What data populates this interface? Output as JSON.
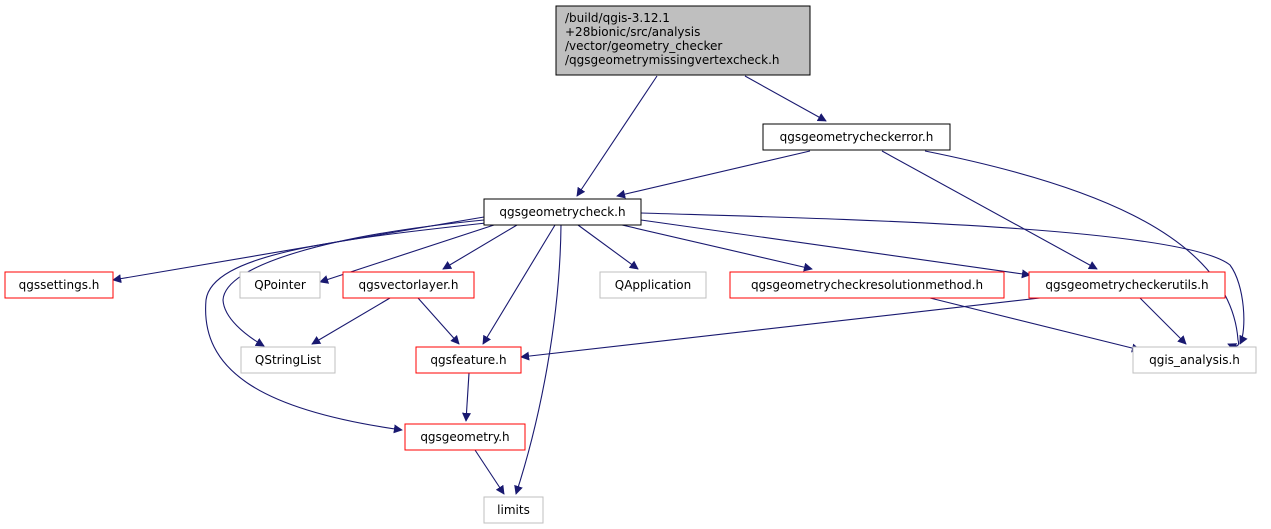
{
  "diagram": {
    "type": "include-dependency-graph",
    "colors": {
      "edge": "#191970",
      "root_fill": "#bfbfbf",
      "root_border": "#000000",
      "documented_border": "#000000",
      "truncated_border": "#ff0000",
      "external_border": "#bfbfbf",
      "text": "#000000"
    },
    "nodes": [
      {
        "id": "root",
        "kind": "root",
        "lines": [
          "/build/qgis-3.12.1",
          "+28bionic/src/analysis",
          "/vector/geometry_checker",
          "/qgsgeometrymissingvertexcheck.h"
        ]
      },
      {
        "id": "checkererror",
        "kind": "documented",
        "lines": [
          "qgsgeometrycheckerror.h"
        ]
      },
      {
        "id": "check",
        "kind": "documented",
        "lines": [
          "qgsgeometrycheck.h"
        ]
      },
      {
        "id": "settings",
        "kind": "truncated",
        "lines": [
          "qgssettings.h"
        ]
      },
      {
        "id": "qpointer",
        "kind": "external",
        "lines": [
          "QPointer"
        ]
      },
      {
        "id": "vectorlayer",
        "kind": "truncated",
        "lines": [
          "qgsvectorlayer.h"
        ]
      },
      {
        "id": "qapplication",
        "kind": "external",
        "lines": [
          "QApplication"
        ]
      },
      {
        "id": "resolution",
        "kind": "truncated",
        "lines": [
          "qgsgeometrycheckresolutionmethod.h"
        ]
      },
      {
        "id": "checkerutils",
        "kind": "truncated",
        "lines": [
          "qgsgeometrycheckerutils.h"
        ]
      },
      {
        "id": "qstringlist",
        "kind": "external",
        "lines": [
          "QStringList"
        ]
      },
      {
        "id": "feature",
        "kind": "truncated",
        "lines": [
          "qgsfeature.h"
        ]
      },
      {
        "id": "analysis",
        "kind": "external",
        "lines": [
          "qgis_analysis.h"
        ]
      },
      {
        "id": "geometry",
        "kind": "truncated",
        "lines": [
          "qgsgeometry.h"
        ]
      },
      {
        "id": "limits",
        "kind": "external",
        "lines": [
          "limits"
        ]
      }
    ],
    "edges": [
      {
        "from": "root",
        "to": "check"
      },
      {
        "from": "root",
        "to": "checkererror"
      },
      {
        "from": "checkererror",
        "to": "check"
      },
      {
        "from": "checkererror",
        "to": "checkerutils"
      },
      {
        "from": "checkererror",
        "to": "analysis"
      },
      {
        "from": "check",
        "to": "settings"
      },
      {
        "from": "check",
        "to": "qpointer"
      },
      {
        "from": "check",
        "to": "vectorlayer"
      },
      {
        "from": "check",
        "to": "qapplication"
      },
      {
        "from": "check",
        "to": "resolution"
      },
      {
        "from": "check",
        "to": "checkerutils"
      },
      {
        "from": "check",
        "to": "analysis"
      },
      {
        "from": "check",
        "to": "qstringlist"
      },
      {
        "from": "check",
        "to": "feature"
      },
      {
        "from": "check",
        "to": "geometry"
      },
      {
        "from": "check",
        "to": "limits"
      },
      {
        "from": "vectorlayer",
        "to": "qstringlist"
      },
      {
        "from": "vectorlayer",
        "to": "feature"
      },
      {
        "from": "resolution",
        "to": "analysis"
      },
      {
        "from": "checkerutils",
        "to": "feature"
      },
      {
        "from": "checkerutils",
        "to": "analysis"
      },
      {
        "from": "feature",
        "to": "geometry"
      },
      {
        "from": "geometry",
        "to": "limits"
      }
    ]
  }
}
